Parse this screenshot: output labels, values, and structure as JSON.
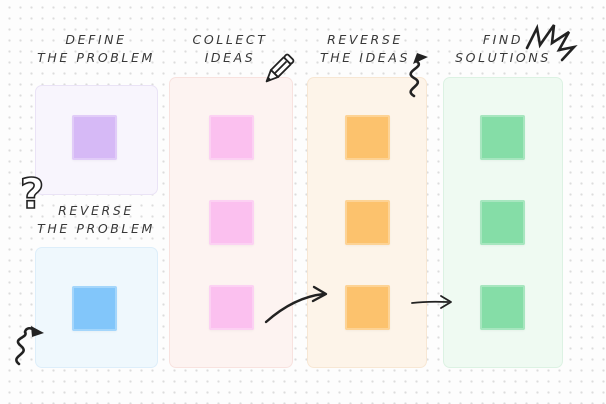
{
  "canvas": {
    "background_color": "#fdfdfd",
    "dot_grid_color": "#dcdcdc",
    "ink_color": "#222222"
  },
  "columns": [
    {
      "id": "define-the-problem",
      "title": [
        "DEFINE",
        "THE PROBLEM"
      ],
      "panel_bg": "#f8f5fd",
      "panel_border": "#eae3f6",
      "note_color": "#d6b9f6",
      "note_count": 1
    },
    {
      "id": "reverse-the-problem",
      "title": [
        "REVERSE",
        "THE PROBLEM"
      ],
      "panel_bg": "#eff8fd",
      "panel_border": "#ddeefa",
      "note_color": "#82c6fa",
      "note_count": 1
    },
    {
      "id": "collect-ideas",
      "title": [
        "COLLECT",
        "IDEAS"
      ],
      "panel_bg": "#fdf3f1",
      "panel_border": "#f8e2df",
      "note_color": "#fbc0ef",
      "note_count": 3
    },
    {
      "id": "reverse-the-ideas",
      "title": [
        "REVERSE",
        "THE IDEAS"
      ],
      "panel_bg": "#fdf4e9",
      "panel_border": "#f7e7d4",
      "note_color": "#fcc26d",
      "note_count": 3
    },
    {
      "id": "find-solutions",
      "title": [
        "FIND",
        "SOLUTIONS"
      ],
      "panel_bg": "#effaf2",
      "panel_border": "#dcf2e3",
      "note_color": "#85dda7",
      "note_count": 3
    }
  ],
  "doodles": [
    {
      "name": "question-mark-doodle",
      "glyph": "?"
    },
    {
      "name": "pencil-icon"
    },
    {
      "name": "squiggle-arrow-doodle-top"
    },
    {
      "name": "scribble-burst-doodle"
    },
    {
      "name": "squiggle-arrow-doodle-bottom"
    },
    {
      "name": "curved-arrow-connector"
    },
    {
      "name": "straight-arrow-connector"
    }
  ]
}
